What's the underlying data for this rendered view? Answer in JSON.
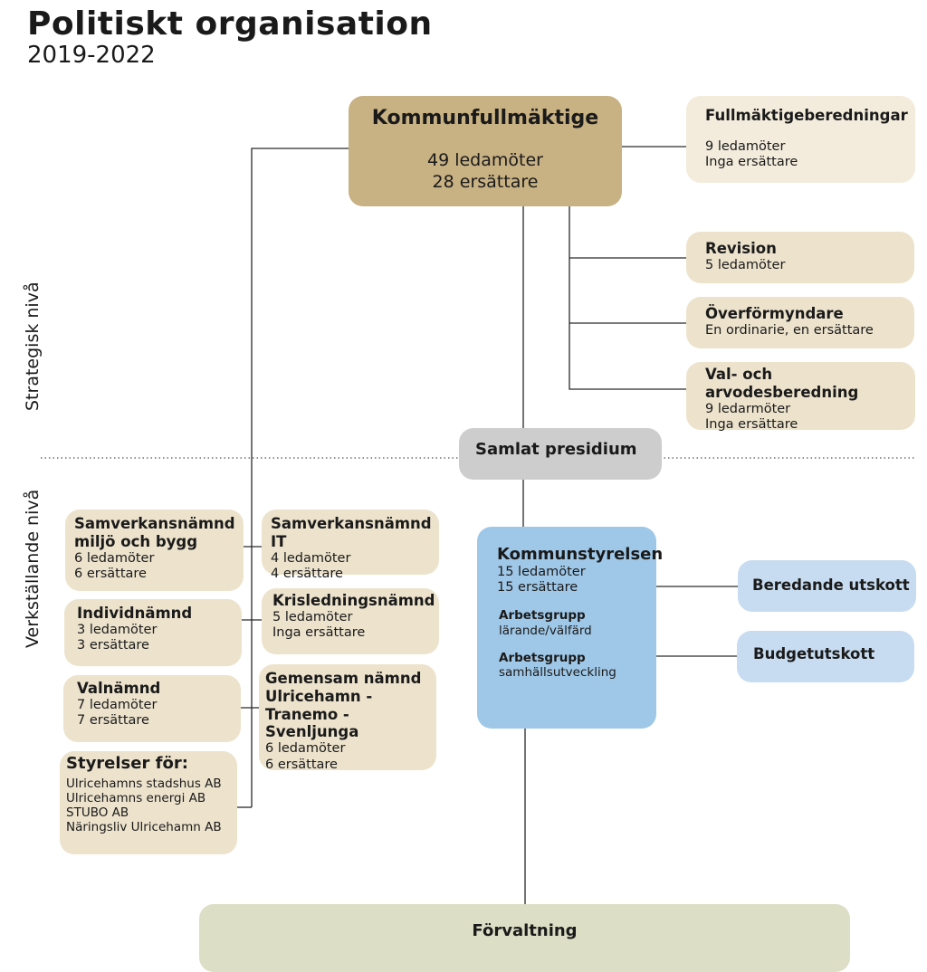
{
  "header": {
    "title": "Politiskt organisation",
    "subtitle": "2019-2022"
  },
  "levels": {
    "strategic": "Strategisk nivå",
    "executive": "Verkställande nivå"
  },
  "kommunfullmaktige": {
    "title": "Kommunfullmäktige",
    "line1": "49 ledamöter",
    "line2": "28 ersättare"
  },
  "fullmaktigeberedningar": {
    "title": "Fullmäktigeberedningar",
    "line1": "9 ledamöter",
    "line2": "Inga ersättare"
  },
  "revision": {
    "title": "Revision",
    "line1": "5 ledamöter"
  },
  "overformyndare": {
    "title": "Överförmyndare",
    "line1": "En ordinarie, en ersättare"
  },
  "valarvode": {
    "title": "Val- och arvodesberedning",
    "line1": "9 ledarmöter",
    "line2": "Inga ersättare"
  },
  "presidium": {
    "title": "Samlat presidium"
  },
  "samverkan_miljo": {
    "title": "Samverkansnämnd miljö och bygg",
    "line1": "6 ledamöter",
    "line2": "6 ersättare"
  },
  "samverkan_it": {
    "title": "Samverkansnämnd IT",
    "line1": "4 ledamöter",
    "line2": "4 ersättare"
  },
  "individnamnd": {
    "title": "Individnämnd",
    "line1": "3 ledamöter",
    "line2": "3 ersättare"
  },
  "krisledning": {
    "title": "Krisledningsnämnd",
    "line1": "5 ledamöter",
    "line2": "Inga ersättare"
  },
  "valnamnd": {
    "title": "Valnämnd",
    "line1": "7 ledamöter",
    "line2": "7 ersättare"
  },
  "gemensam": {
    "title": "Gemensam nämnd Ulricehamn - Tranemo - Svenljunga",
    "line1": "6 ledamöter",
    "line2": "6 ersättare"
  },
  "styrelser": {
    "title": "Styrelser för:",
    "items": [
      "Ulricehamns stadshus AB",
      "Ulricehamns energi AB",
      "STUBO AB",
      "Näringsliv Ulricehamn AB"
    ]
  },
  "kommunstyrelsen": {
    "title": "Kommunstyrelsen",
    "line1": "15 ledamöter",
    "line2": "15 ersättare",
    "group1_title": "Arbetsgrupp",
    "group1_text": "lärande/välfärd",
    "group2_title": "Arbetsgrupp",
    "group2_text": "samhällsutveckling"
  },
  "beredande": {
    "title": "Beredande utskott"
  },
  "budget": {
    "title": "Budgetutskott"
  },
  "forvaltning": {
    "title": "Förvaltning"
  },
  "colors": {
    "kommunfullmaktige": "#c8b183",
    "committee": "#ede3cd",
    "presidium": "#cdcdcd",
    "kommunstyrelsen": "#9fc7e7",
    "utskott": "#c7dcf0",
    "forvaltning": "#dddec6"
  }
}
